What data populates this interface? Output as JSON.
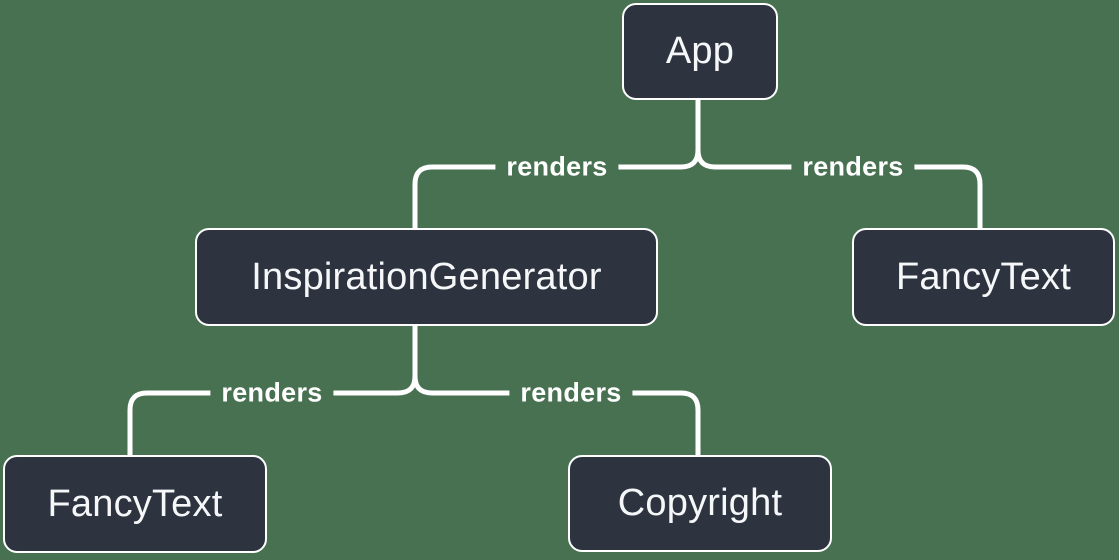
{
  "diagram": {
    "description": "React component render tree",
    "nodes": {
      "app": {
        "label": "App"
      },
      "inspiration_generator": {
        "label": "InspirationGenerator"
      },
      "fancy_text_right": {
        "label": "FancyText"
      },
      "fancy_text_left": {
        "label": "FancyText"
      },
      "copyright": {
        "label": "Copyright"
      }
    },
    "edges": [
      {
        "from": "App",
        "to": "InspirationGenerator",
        "label": "renders"
      },
      {
        "from": "App",
        "to": "FancyText",
        "label": "renders"
      },
      {
        "from": "InspirationGenerator",
        "to": "FancyText",
        "label": "renders"
      },
      {
        "from": "InspirationGenerator",
        "to": "Copyright",
        "label": "renders"
      }
    ]
  },
  "colors": {
    "background": "#477151",
    "node_fill": "#2d3440",
    "node_border": "#ffffff",
    "node_text": "#f6f7f9",
    "edge": "#ffffff",
    "edge_label_text": "#ffffff"
  }
}
